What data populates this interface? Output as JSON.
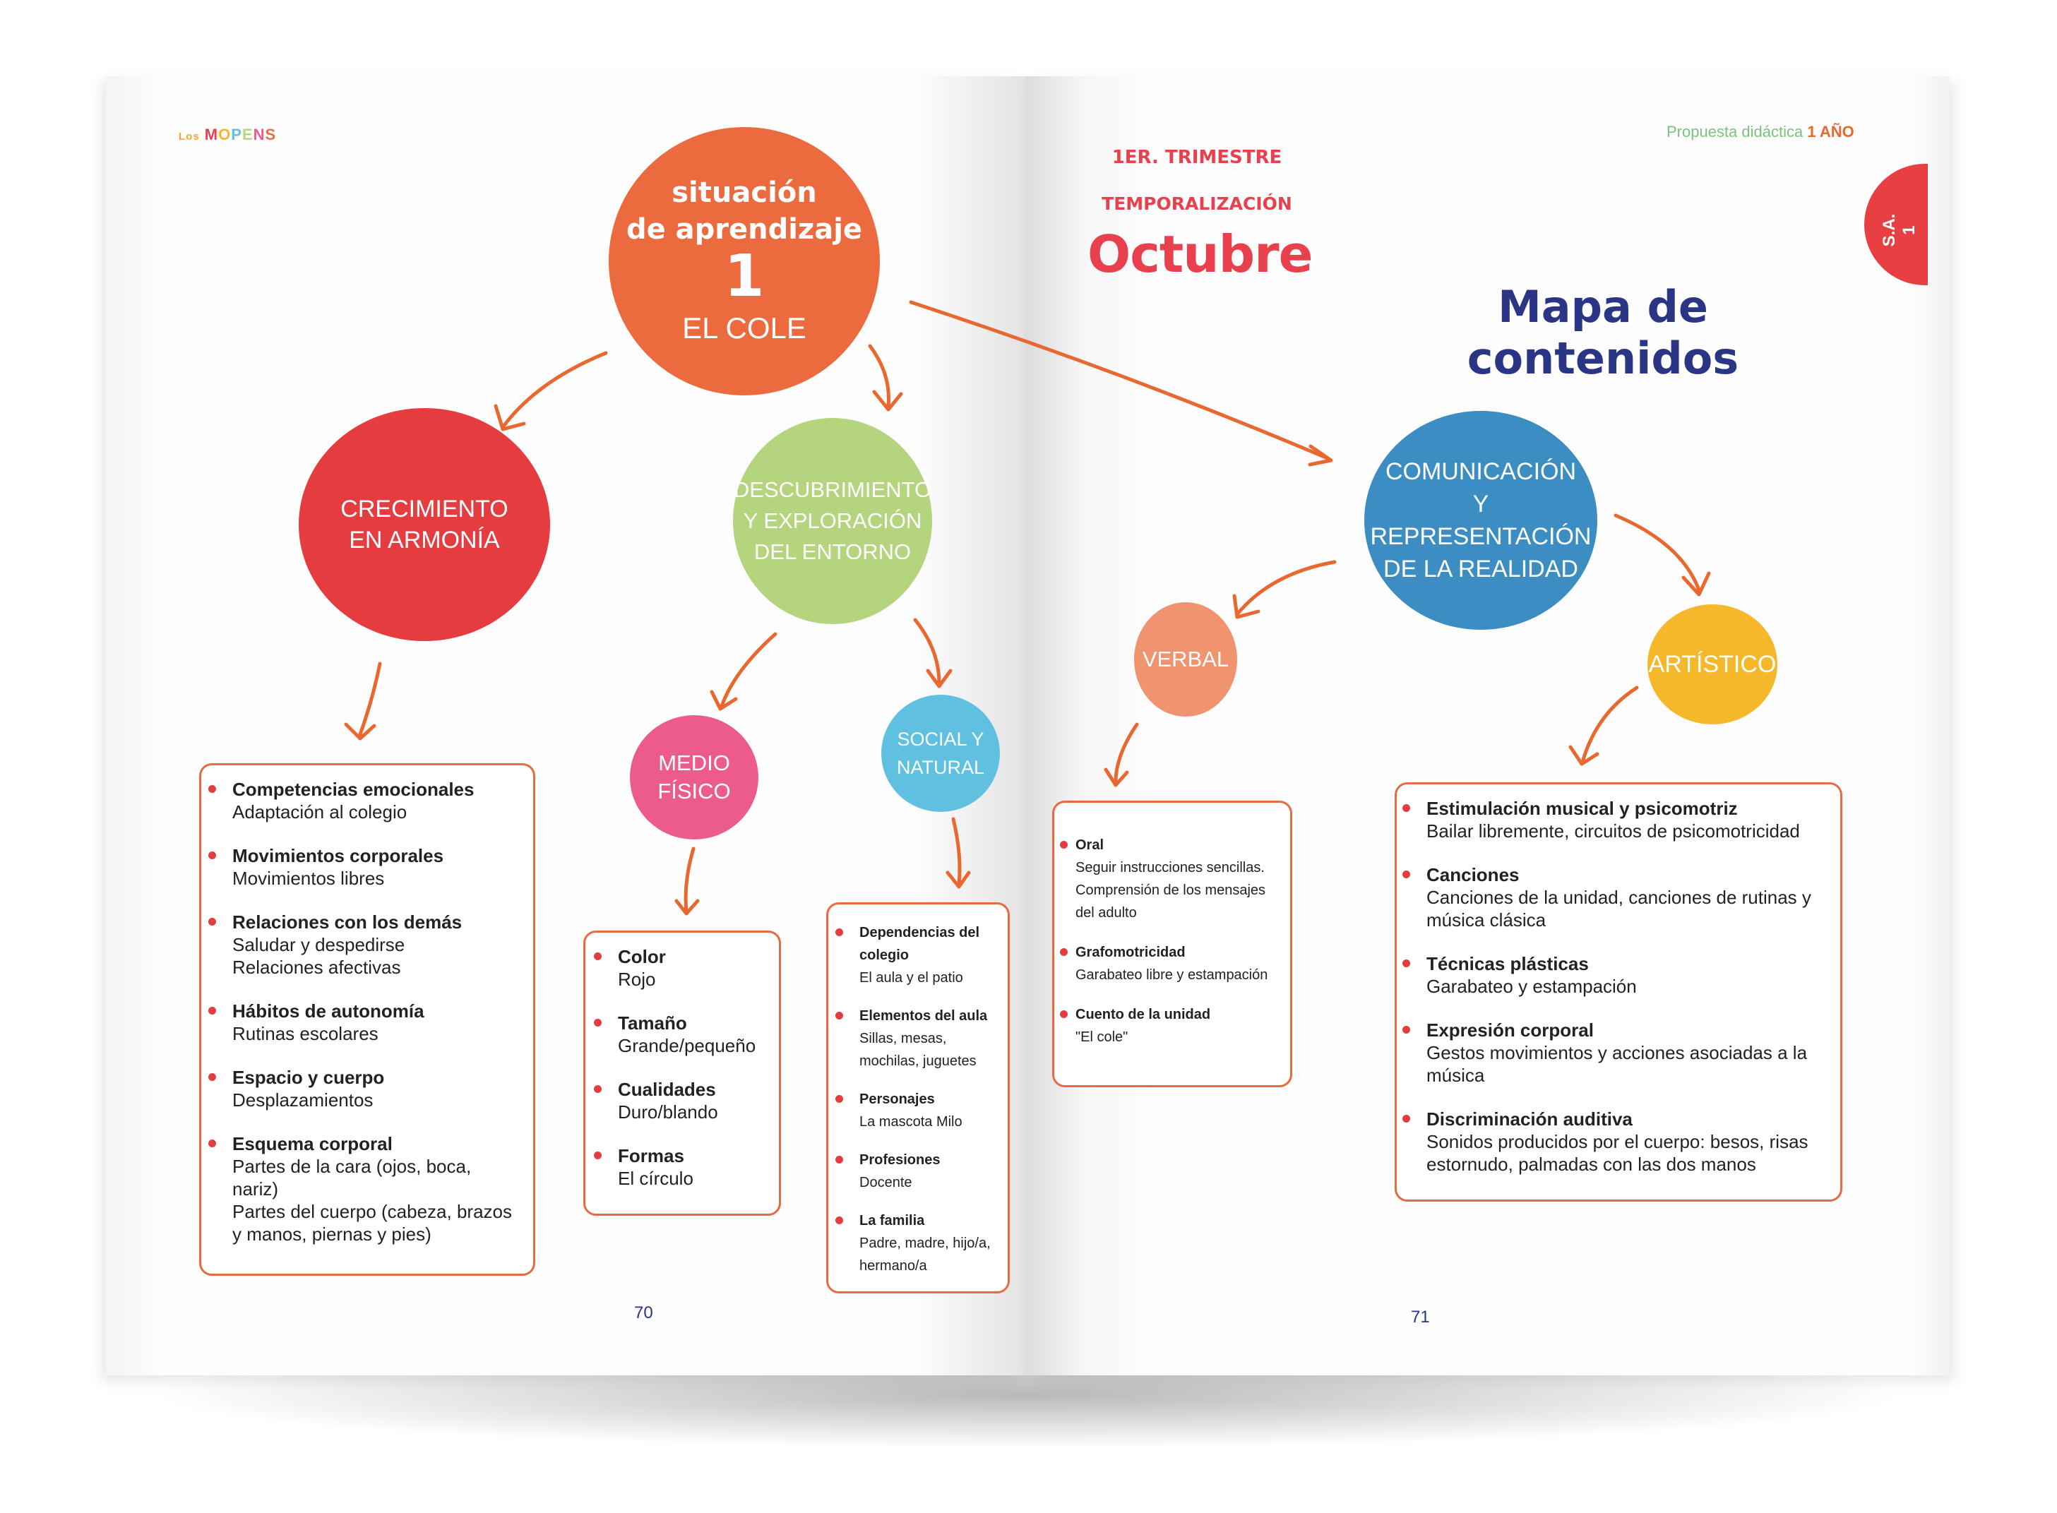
{
  "brand": {
    "small": "Los",
    "name": "MOPENS"
  },
  "header": {
    "text": "Propuesta didáctica",
    "bold": "1 AÑO"
  },
  "tab_label": "S.A. 1",
  "trimestre": "1ER. TRIMESTRE",
  "temporalizacion": "TEMPORALIZACIÓN",
  "mes": "Octubre",
  "mapa_title": "Mapa de contenidos",
  "main": {
    "line1": "situación",
    "line2": "de aprendizaje",
    "number": "1",
    "name": "EL COLE"
  },
  "areas": {
    "crecimiento": "CRECIMIENTO\nEN ARMONÍA",
    "descubrimiento": "DESCUBRIMIENTO\nY EXPLORACIÓN\nDEL ENTORNO",
    "medio": "MEDIO\nFÍSICO",
    "social": "SOCIAL Y\nNATURAL",
    "comunicacion": "COMUNICACIÓN\nY\nREPRESENTACIÓN\nDE LA REALIDAD",
    "verbal": "VERBAL",
    "artistico": "ARTÍSTICO"
  },
  "boxes": {
    "crecimiento": [
      {
        "h": "Competencias emocionales",
        "t": "Adaptación al colegio"
      },
      {
        "h": "Movimientos corporales",
        "t": "Movimientos libres"
      },
      {
        "h": "Relaciones con los demás",
        "t": "Saludar y despedirse\nRelaciones afectivas"
      },
      {
        "h": "Hábitos de autonomía",
        "t": "Rutinas escolares"
      },
      {
        "h": "Espacio y cuerpo",
        "t": "Desplazamientos"
      },
      {
        "h": "Esquema corporal",
        "t": "Partes de la cara (ojos, boca, nariz)\nPartes del cuerpo (cabeza, brazos y manos, piernas y pies)"
      }
    ],
    "medio": [
      {
        "h": "Color",
        "t": "Rojo"
      },
      {
        "h": "Tamaño",
        "t": "Grande/pequeño"
      },
      {
        "h": "Cualidades",
        "t": "Duro/blando"
      },
      {
        "h": "Formas",
        "t": "El círculo"
      }
    ],
    "social": [
      {
        "h": "Dependencias del colegio",
        "t": "El aula y el patio"
      },
      {
        "h": "Elementos del aula",
        "t": "Sillas, mesas, mochilas, juguetes"
      },
      {
        "h": "Personajes",
        "t": "La mascota Milo"
      },
      {
        "h": "Profesiones",
        "t": "Docente"
      },
      {
        "h": "La familia",
        "t": "Padre, madre, hijo/a, hermano/a"
      }
    ],
    "verbal": [
      {
        "h": "Oral",
        "t": "Seguir instrucciones sencillas.\nComprensión de los mensajes del adulto"
      },
      {
        "h": "Grafomotricidad",
        "t": "Garabateo libre y estampación"
      },
      {
        "h": "Cuento de la unidad",
        "t": "\"El cole\""
      }
    ],
    "artistico": [
      {
        "h": "Estimulación musical y psicomotriz",
        "t": "Bailar libremente, circuitos de psicomotricidad"
      },
      {
        "h": "Canciones",
        "t": "Canciones de la unidad, canciones de rutinas y música clásica"
      },
      {
        "h": "Técnicas plásticas",
        "t": "Garabateo y estampación"
      },
      {
        "h": "Expresión corporal",
        "t": "Gestos movimientos y acciones asociadas a la música"
      },
      {
        "h": "Discriminación auditiva",
        "t": "Sonidos producidos por el cuerpo: besos, risas estornudo, palmadas con las dos manos"
      }
    ]
  },
  "page_numbers": {
    "left": "70",
    "right": "71"
  },
  "colors": {
    "accent": "#e86a40",
    "bullet": "#e53c40",
    "title_blue": "#2a3685"
  }
}
